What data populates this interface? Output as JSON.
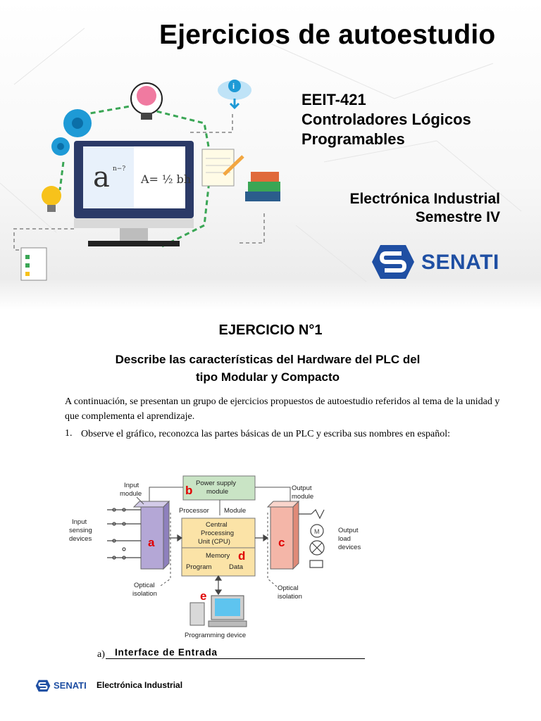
{
  "header": {
    "title": "Ejercicios de autoestudio",
    "course_code": "EEIT-421",
    "course_name": "Controladores Lógicos Programables",
    "department": "Electrónica Industrial",
    "semester": "Semestre IV",
    "brand": "SENATI"
  },
  "exercise": {
    "title": "EJERCICIO N°1",
    "subtitle_line1": "Describe las características del Hardware del PLC del",
    "subtitle_line2": "tipo Modular y Compacto",
    "intro": "A continuación, se presentan un grupo de ejercicios propuestos de autoestudio referidos al tema de la unidad y que complementa el aprendizaje.",
    "q1_number": "1.",
    "q1_text": "Observe el gráfico, reconozca las partes básicas de un PLC y escriba sus nombres en español:"
  },
  "diagram": {
    "input_module": "Input module",
    "input_module_l1": "Input",
    "input_module_l2": "module",
    "power_supply_l1": "Power supply",
    "power_supply_l2": "module",
    "output_module_l1": "Output",
    "output_module_l2": "module",
    "processor": "Processor",
    "module": "Module",
    "cpu_l1": "Central",
    "cpu_l2": "Processing",
    "cpu_l3": "Unit (CPU)",
    "memory": "Memory",
    "program": "Program",
    "data": "Data",
    "input_sensing_l1": "Input",
    "input_sensing_l2": "sensing",
    "input_sensing_l3": "devices",
    "output_load_l1": "Output",
    "output_load_l2": "load",
    "output_load_l3": "devices",
    "optical_l1": "Optical",
    "optical_l2": "isolation",
    "programming_device": "Programming device",
    "motor_symbol": "M",
    "letters": {
      "a": "a",
      "b": "b",
      "c": "c",
      "d": "d",
      "e": "e"
    }
  },
  "answer": {
    "label": "a)",
    "value": "Interface de Entrada"
  },
  "footer": {
    "brand": "SENATI",
    "department": "Electrónica Industrial"
  },
  "colors": {
    "brand_blue": "#1f4fa3",
    "red_label": "#e00000",
    "input_module": "#b4a7d6",
    "output_module": "#f4b6a8",
    "power_supply": "#c9e4c5",
    "cpu": "#fbe3a7"
  }
}
